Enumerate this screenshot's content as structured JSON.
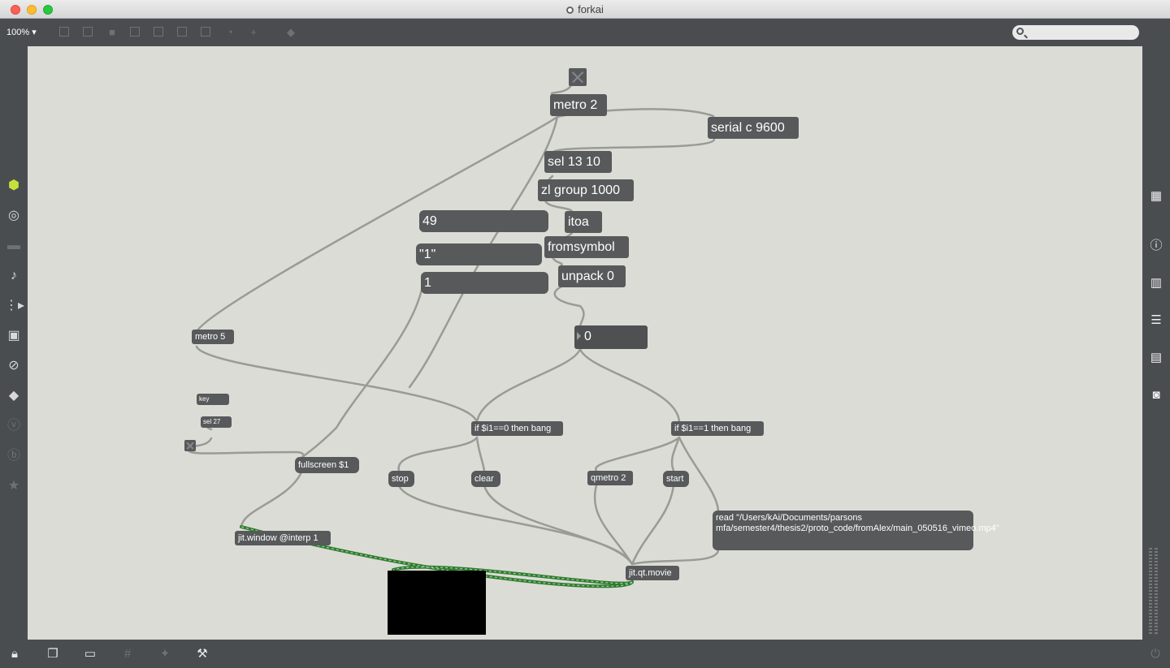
{
  "window": {
    "title": "forkai"
  },
  "toolbar": {
    "zoom": "100%",
    "search_placeholder": ""
  },
  "left_sidebar": {
    "items": [
      "cube-icon",
      "target-icon",
      "keyboard-icon",
      "music-note-icon",
      "playlist-icon",
      "image-icon",
      "paperclip-icon",
      "plug-icon",
      "vimeo-icon",
      "bookmark-icon",
      "star-icon"
    ]
  },
  "right_sidebar": {
    "items": [
      "grid-icon",
      "info-icon",
      "columns-icon",
      "list-icon",
      "book-icon",
      "camera-icon"
    ]
  },
  "bottom_bar": {
    "items": [
      "lock-icon",
      "windows-icon",
      "presentation-icon",
      "grid-icon",
      "magic-icon",
      "wrench-icon",
      "power-icon"
    ]
  },
  "patch": {
    "metro2": "metro 2",
    "serial": "serial c 9600",
    "sel1310": "sel 13 10",
    "zlgroup": "zl group 1000",
    "msg49": "49",
    "itoa": "itoa",
    "msg1q": "\"1\"",
    "fromsymbol": "fromsymbol",
    "msg1": "1",
    "unpack": "unpack 0",
    "num0": "0",
    "metro5": "metro 5",
    "key": "key",
    "sel27": "sel 27",
    "fullscreen": "fullscreen $1",
    "if0": "if $i1==0 then bang",
    "if1": "if $i1==1 then bang",
    "stop": "stop",
    "clear": "clear",
    "qmetro": "qmetro 2",
    "start": "start",
    "read": "read \"/Users/kAi/Documents/parsons mfa/semester4/thesis2/proto_code/fromAlex/main_050516_vimeo.mp4\"",
    "jitwindow": "jit.window @interp 1",
    "jitmovie": "jit.qt.movie"
  },
  "colors": {
    "canvas": "#dcdcd6",
    "object": "#57595b",
    "cord": "#9a9a96",
    "matrix_cord": "#3c8c3c"
  }
}
